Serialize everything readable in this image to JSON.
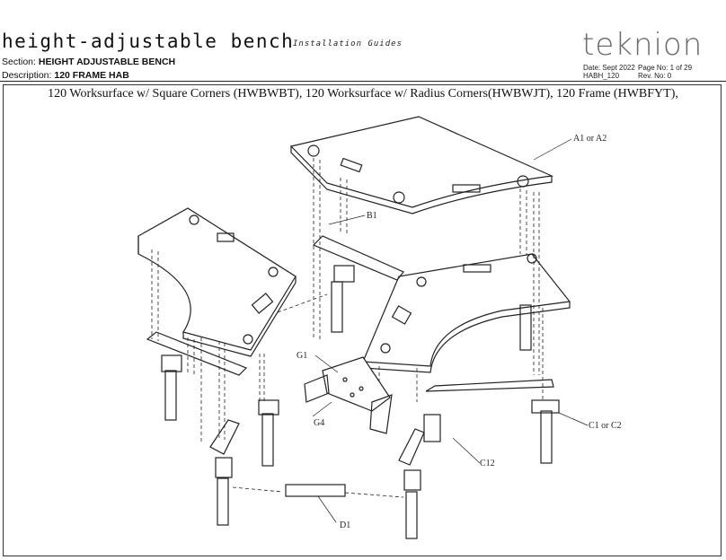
{
  "header": {
    "title": "height-adjustable bench",
    "subtitle": "Installation Guides",
    "section_label": "Section:",
    "section_value": "HEIGHT ADJUSTABLE BENCH",
    "description_label": "Description:",
    "description_value": "120 FRAME HAB",
    "logo_text": "teknion",
    "date": "Date: Sept 2022",
    "page": "Page No: 1 of 29",
    "doc_code": "HABH_120",
    "revision": "Rev. No: 0"
  },
  "parts_line": "120 Worksurface w/ Square Corners (HWBWBT), 120 Worksurface w/ Radius Corners(HWBWJT), 120 Frame (HWBFYT),",
  "callouts": {
    "a": "A1 or A2",
    "b": "B1",
    "g1": "G1",
    "g4": "G4",
    "c": "C1 or C2",
    "c12": "C12",
    "d": "D1"
  }
}
